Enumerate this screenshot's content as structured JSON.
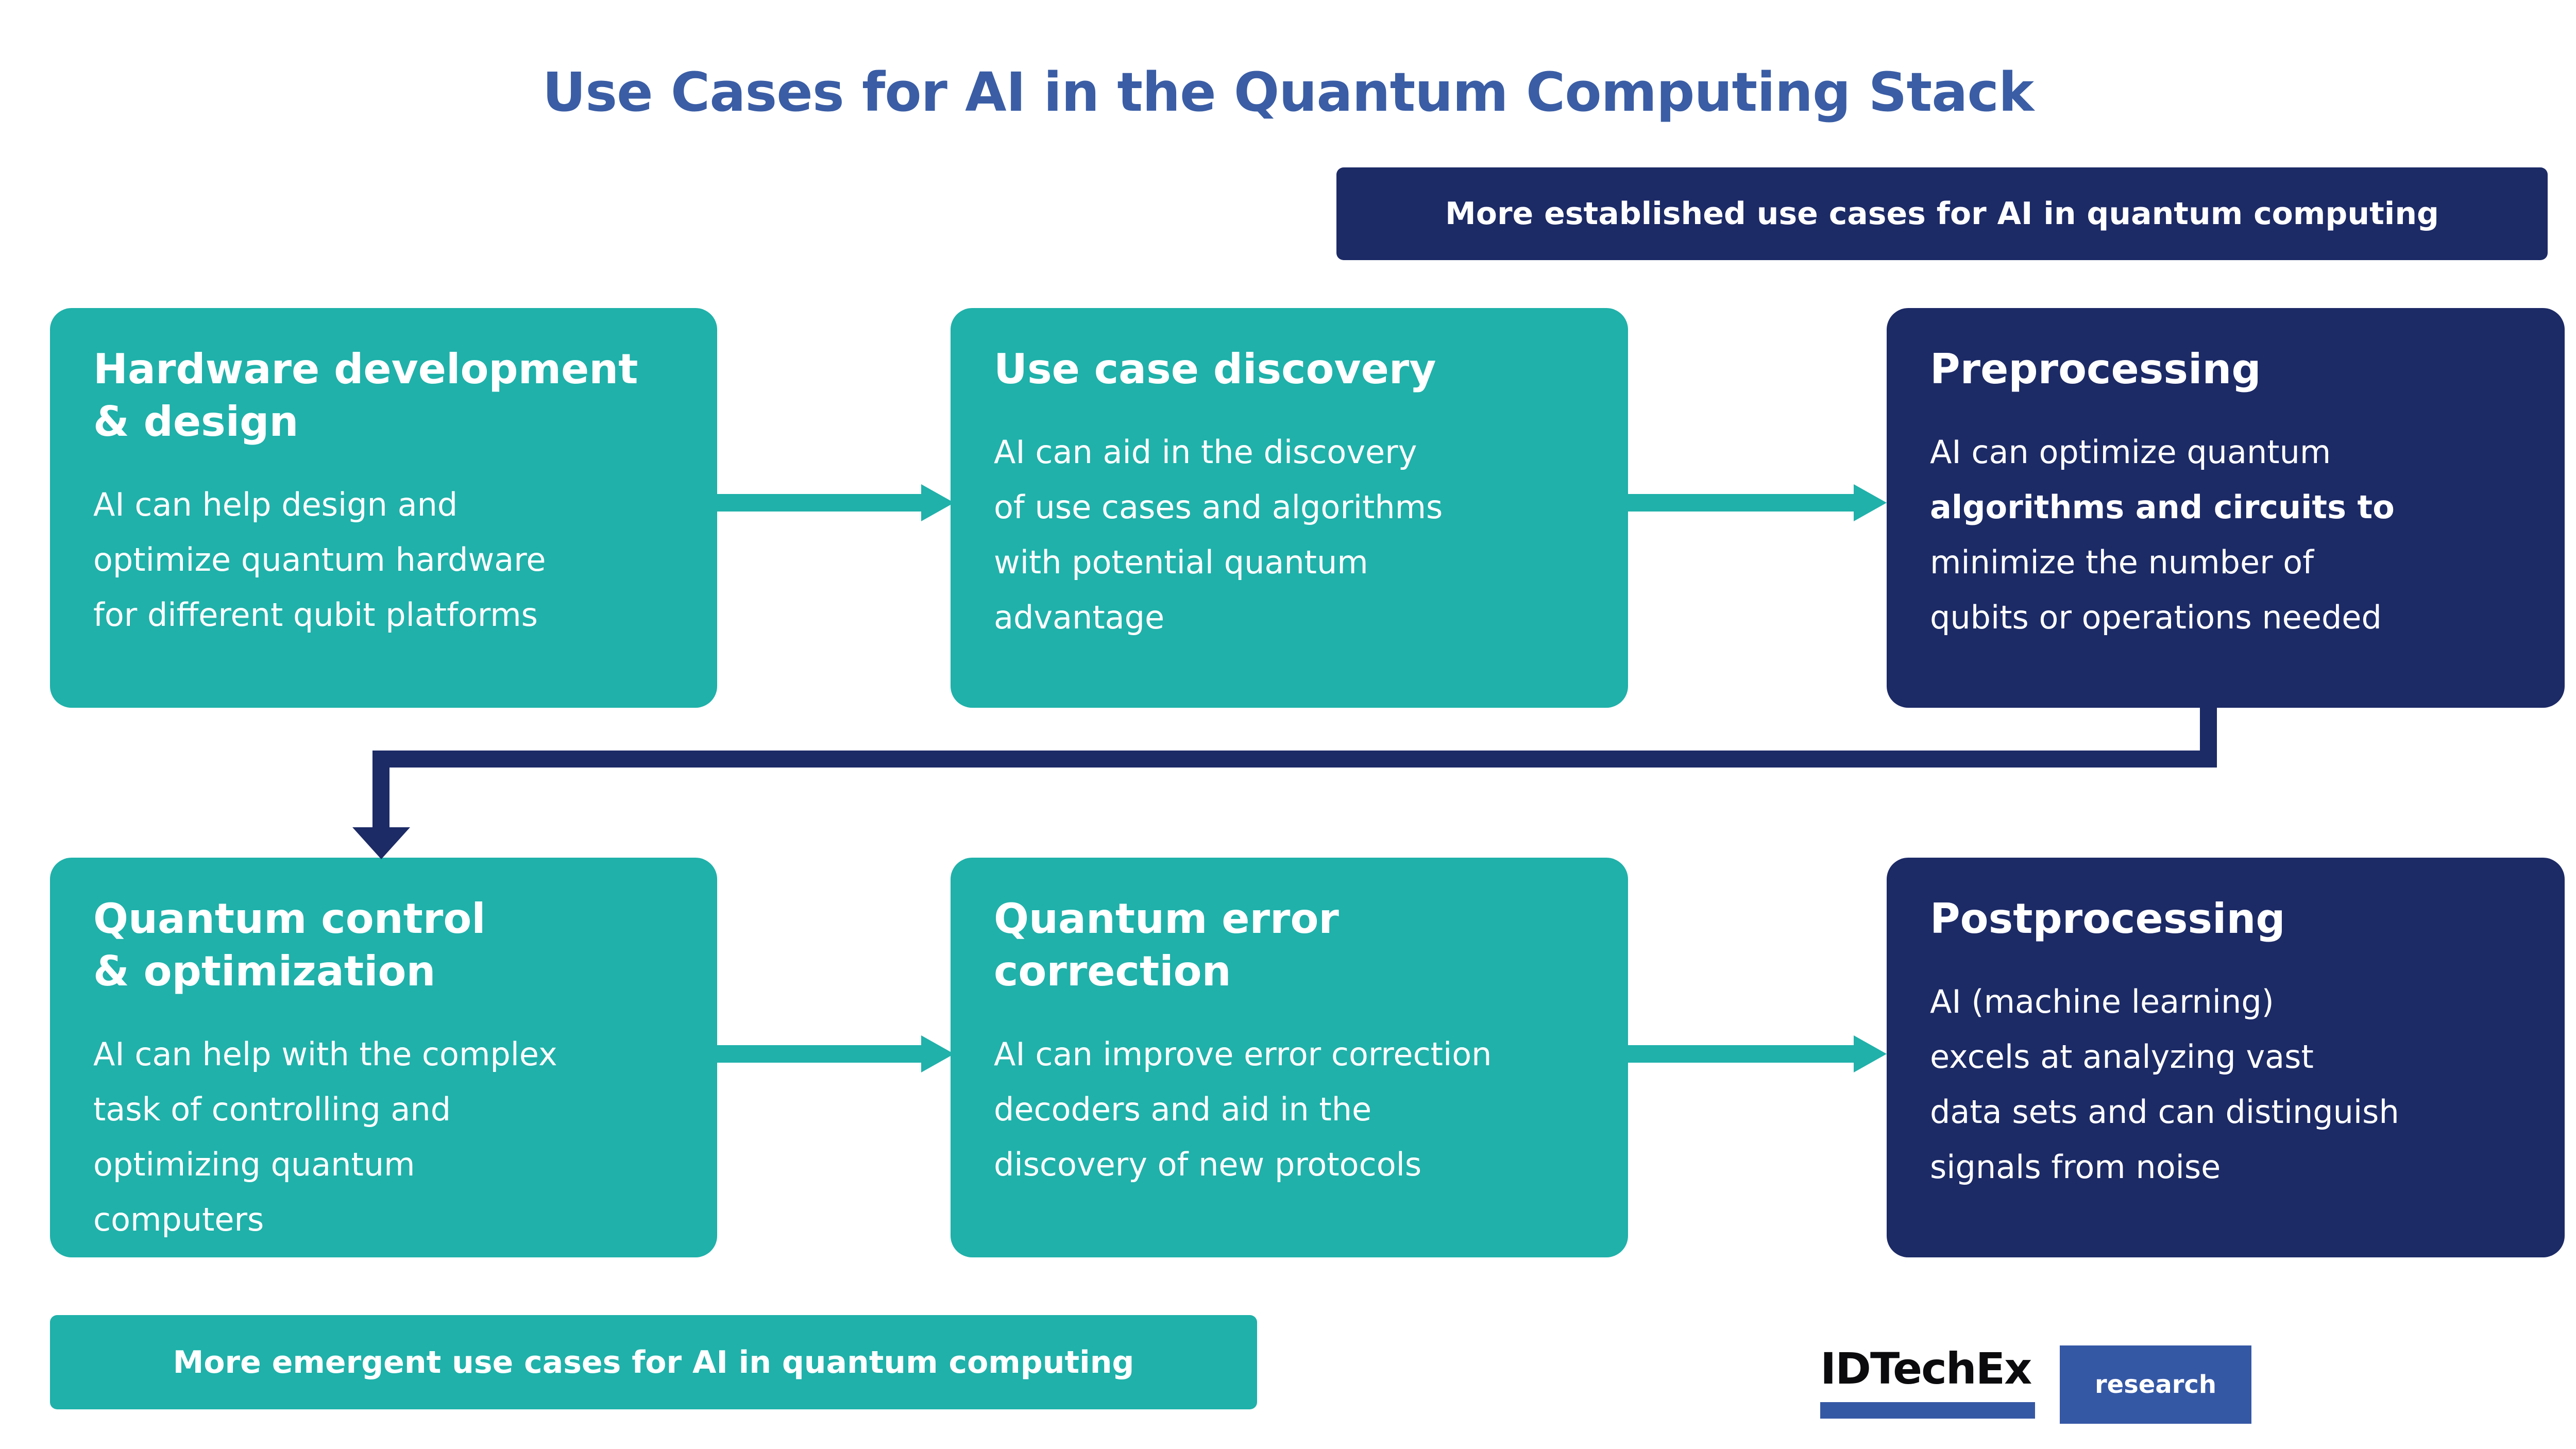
{
  "title": "Use Cases for AI in the Quantum Computing Stack",
  "banners": {
    "established": "More established use cases for AI in quantum computing",
    "emergent": "More emergent use cases for AI in quantum computing"
  },
  "boxes": [
    {
      "title": "Hardware development\n& design",
      "variant": "teal",
      "body": [
        {
          "t": "AI can help design and",
          "b": false
        },
        {
          "t": "optimize quantum hardware",
          "b": false
        },
        {
          "t": "for different qubit platforms",
          "b": false
        }
      ]
    },
    {
      "title": "Use case discovery",
      "variant": "teal",
      "body": [
        {
          "t": "AI can aid in the discovery",
          "b": false
        },
        {
          "t": "of use cases and algorithms",
          "b": false
        },
        {
          "t": "with potential quantum",
          "b": false
        },
        {
          "t": "advantage",
          "b": false
        }
      ]
    },
    {
      "title": "Preprocessing",
      "variant": "navy",
      "body": [
        {
          "t": "AI can optimize quantum",
          "b": false
        },
        {
          "t": "algorithms and circuits to",
          "b": true
        },
        {
          "t": "minimize the number of",
          "b": false
        },
        {
          "t": "qubits or operations needed",
          "b": false
        }
      ]
    },
    {
      "title": "Quantum control\n& optimization",
      "variant": "teal",
      "body": [
        {
          "t": "AI can help with the complex",
          "b": false
        },
        {
          "t": "task of controlling and",
          "b": false
        },
        {
          "t": "optimizing quantum",
          "b": false
        },
        {
          "t": "computers",
          "b": false
        }
      ]
    },
    {
      "title": "Quantum error correction",
      "variant": "teal",
      "body": [
        {
          "t": "AI can improve error correction",
          "b": false
        },
        {
          "t": "decoders and aid in the",
          "b": false
        },
        {
          "t": "discovery of new protocols",
          "b": false
        }
      ]
    },
    {
      "title": "Postprocessing",
      "variant": "navy",
      "body": [
        {
          "t": "AI (machine learning)",
          "b": false
        },
        {
          "t": "excels at analyzing vast",
          "b": false
        },
        {
          "t": "data sets and can distinguish",
          "b": false
        },
        {
          "t": "signals from noise",
          "b": false
        }
      ]
    }
  ],
  "logo": {
    "wordmark": "IDTechEx",
    "badge": "research"
  },
  "colors": {
    "teal": "#1FB1AA",
    "navy": "#1C2A66",
    "title_blue": "#3A5DA5",
    "logo_blue": "#3558A5",
    "background": "#FFFFFF",
    "box_text": "#FFFFFF"
  }
}
